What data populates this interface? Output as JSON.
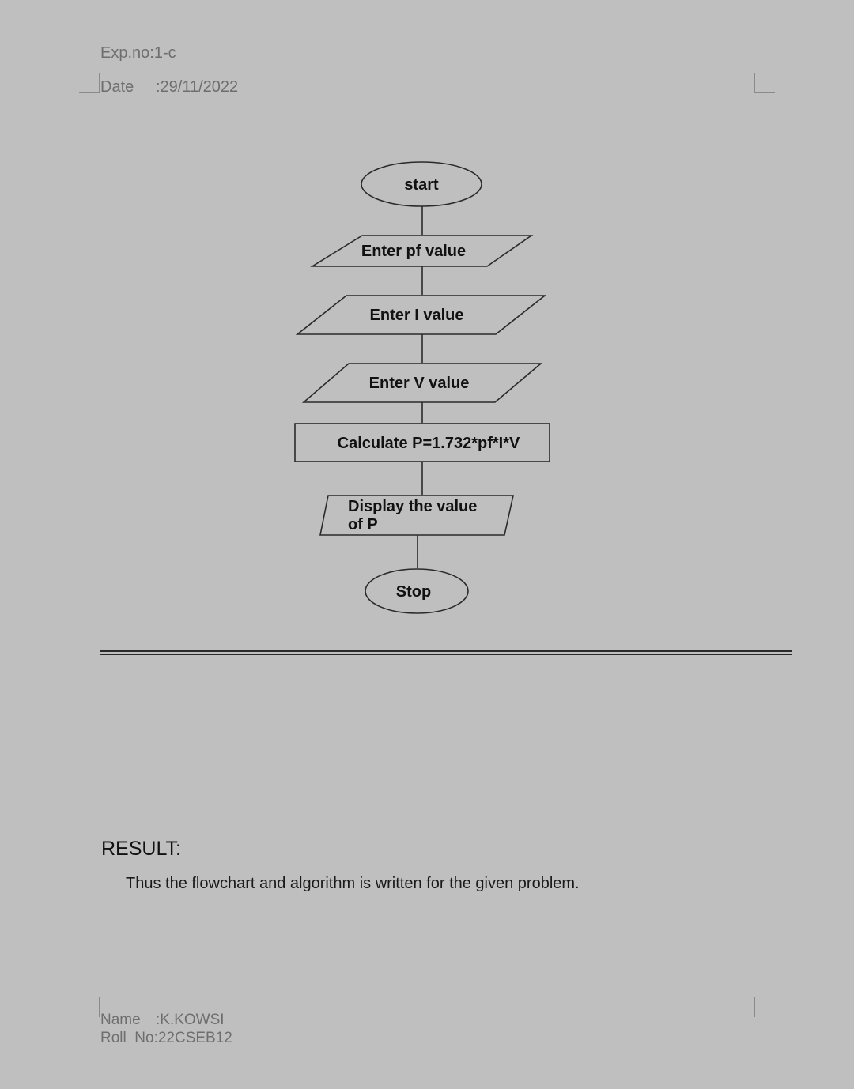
{
  "header": {
    "exp_no": "Exp.no:1-c",
    "date_label": "Date",
    "date_value": ":29/11/2022"
  },
  "flowchart": {
    "nodes": {
      "start": "start",
      "input_pf": "Enter pf value",
      "input_i": "Enter I value",
      "input_v": "Enter V value",
      "calculate": "Calculate P=1.732*pf*I*V",
      "display_line1": "Display the value",
      "display_line2": "of P",
      "stop": "Stop"
    }
  },
  "result": {
    "heading": "RESULT:",
    "text": "Thus the flowchart and algorithm is written for the given problem."
  },
  "footer": {
    "name_label": "Name",
    "name_value": ":K.KOWSI",
    "roll": "Roll  No:22CSEB12"
  }
}
